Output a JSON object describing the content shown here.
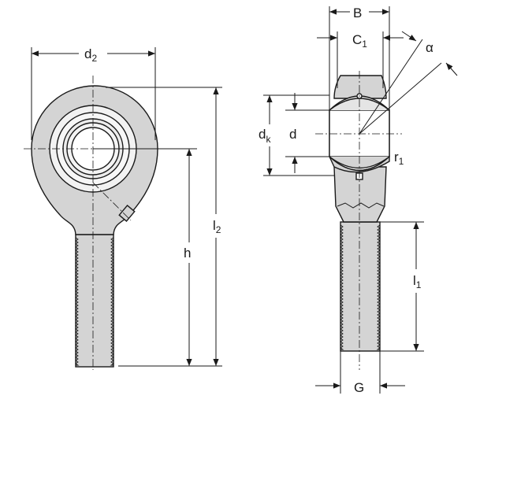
{
  "labels": {
    "d2": {
      "base": "d",
      "sub": "2"
    },
    "l2": {
      "base": "l",
      "sub": "2"
    },
    "h": {
      "base": "h"
    },
    "B": {
      "base": "B"
    },
    "C1": {
      "base": "C",
      "sub": "1"
    },
    "alpha": {
      "base": "α"
    },
    "dk": {
      "base": "d",
      "sub": "k"
    },
    "d": {
      "base": "d"
    },
    "r1": {
      "base": "r",
      "sub": "1"
    },
    "l1": {
      "base": "l",
      "sub": "1"
    },
    "G": {
      "base": "G"
    }
  },
  "colors": {
    "body_fill": "#d4d4d4",
    "light_fill": "#ececec",
    "line": "#1a1a1a",
    "background": "#ffffff"
  }
}
